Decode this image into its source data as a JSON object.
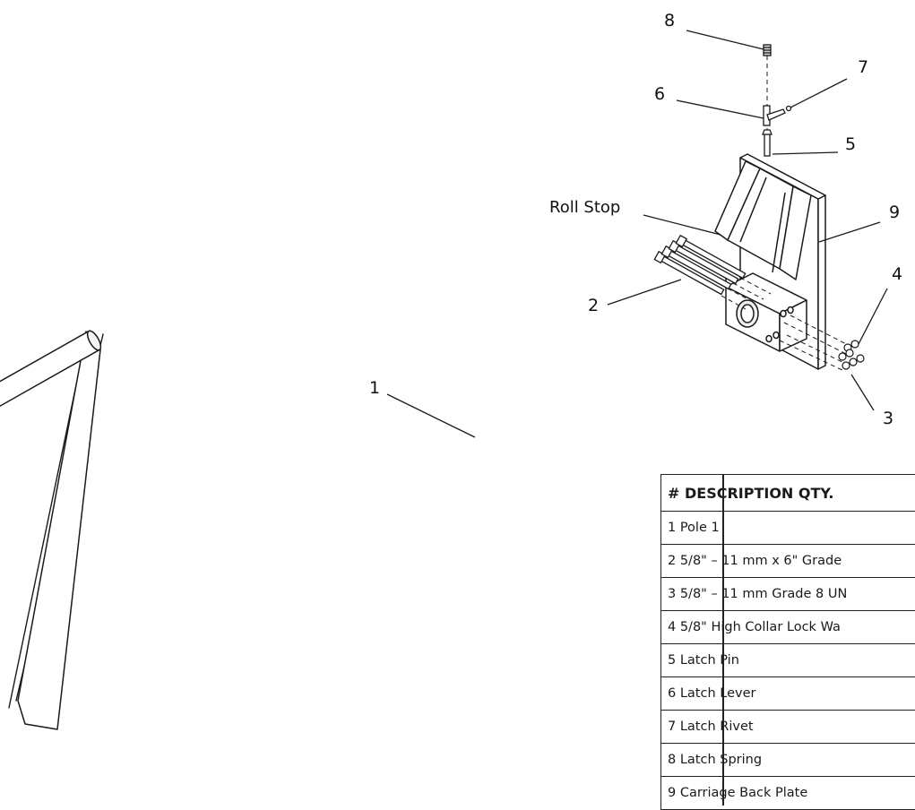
{
  "callouts": {
    "c1": "1",
    "c2": "2",
    "c3": "3",
    "c4": "4",
    "c5": "5",
    "c6": "6",
    "c7": "7",
    "c8": "8",
    "c9": "9",
    "roll_stop": "Roll Stop"
  },
  "table": {
    "header": "# DESCRIPTION QTY.",
    "rows": [
      "1 Pole 1",
      "2 5/8\" – 11 mm x 6\" Grade",
      "3 5/8\" – 11 mm Grade 8 UN",
      "4 5/8\" High Collar Lock Wa",
      "5 Latch Pin",
      "6 Latch Lever",
      "7 Latch Rivet",
      "8 Latch Spring",
      "9 Carriage Back Plate"
    ]
  }
}
